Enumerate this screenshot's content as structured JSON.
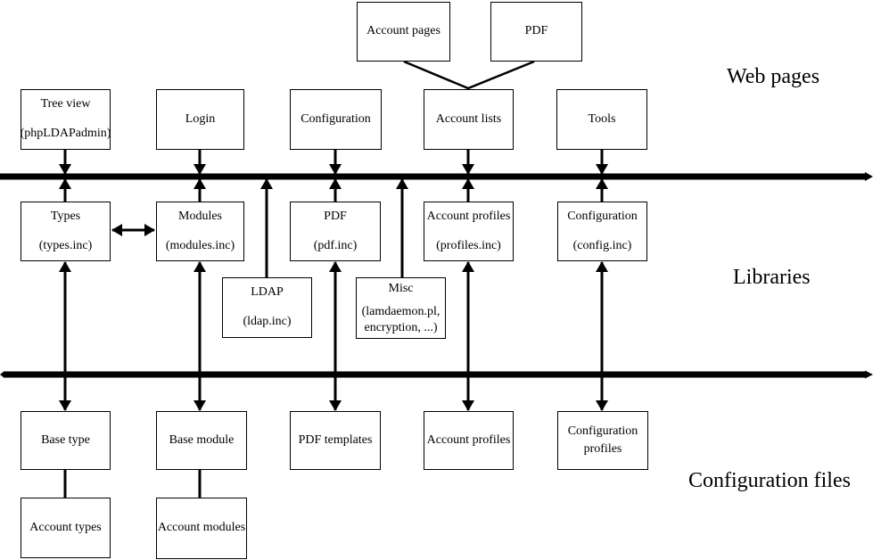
{
  "sections": {
    "web_pages": "Web pages",
    "libraries": "Libraries",
    "configuration_files": "Configuration files"
  },
  "boxes": {
    "account_pages": {
      "label": "Account pages"
    },
    "pdf_page": {
      "label": "PDF"
    },
    "tree_view": {
      "line1": "Tree view",
      "line2": "(phpLDAPadmin)"
    },
    "login": {
      "label": "Login"
    },
    "configuration_page": {
      "label": "Configuration"
    },
    "account_lists": {
      "label": "Account lists"
    },
    "tools": {
      "label": "Tools"
    },
    "types_lib": {
      "line1": "Types",
      "line2": "(types.inc)"
    },
    "modules_lib": {
      "line1": "Modules",
      "line2": "(modules.inc)"
    },
    "pdf_lib": {
      "line1": "PDF",
      "line2": "(pdf.inc)"
    },
    "profiles_lib": {
      "line1": "Account profiles",
      "line2": "(profiles.inc)"
    },
    "config_lib": {
      "line1": "Configuration",
      "line2": "(config.inc)"
    },
    "ldap_lib": {
      "line1": "LDAP",
      "line2": "(ldap.inc)"
    },
    "misc_lib": {
      "line1": "Misc",
      "line2": "(lamdaemon.pl,",
      "line3": "encryption, ...)"
    },
    "base_type": {
      "label": "Base type"
    },
    "base_module": {
      "label": "Base module"
    },
    "pdf_templates": {
      "label": "PDF templates"
    },
    "account_profiles_file": {
      "label": "Account profiles"
    },
    "config_profiles_file": {
      "line1": "Configuration",
      "line2": "profiles"
    },
    "account_types": {
      "label": "Account types"
    },
    "account_modules": {
      "label": "Account modules"
    }
  },
  "colors": {
    "background": "#ffffff",
    "line": "#000000",
    "box_fill": "#ffffff",
    "text": "#000000"
  }
}
